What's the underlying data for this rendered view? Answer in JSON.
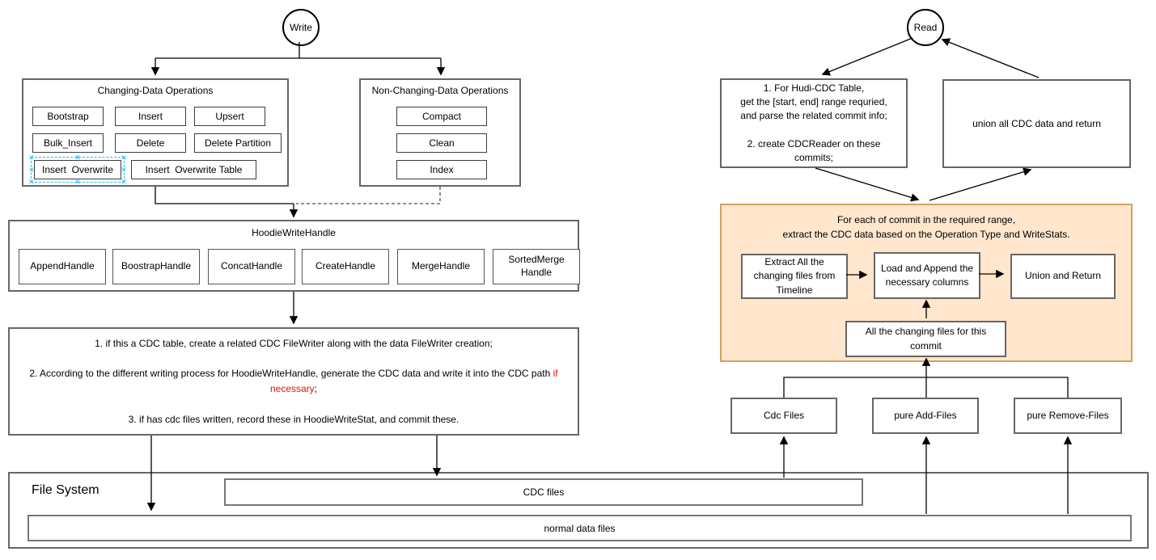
{
  "write": {
    "node_label": "Write",
    "changing": {
      "title": "Changing-Data Operations",
      "buttons": [
        {
          "label": "Bootstrap"
        },
        {
          "label": "Insert"
        },
        {
          "label": "Upsert"
        },
        {
          "label": "Bulk_Insert"
        },
        {
          "label": "Delete"
        },
        {
          "label": "Delete Partition"
        },
        {
          "label": "Insert  Overwrite"
        },
        {
          "label": "Insert  Overwrite Table"
        }
      ]
    },
    "non_changing": {
      "title": "Non-Changing-Data Operations",
      "buttons": [
        {
          "label": "Compact"
        },
        {
          "label": "Clean"
        },
        {
          "label": "Index"
        }
      ]
    },
    "handle": {
      "title": "HoodieWriteHandle",
      "handles": [
        {
          "label": "AppendHandle"
        },
        {
          "label": "BoostrapHandle"
        },
        {
          "label": "ConcatHandle"
        },
        {
          "label": "CreateHandle"
        },
        {
          "label": "MergeHandle"
        },
        {
          "label": "SortedMerge Handle"
        }
      ]
    },
    "steps": {
      "step1": "1. if this a CDC table, create a related CDC FileWriter along with the data FileWriter creation;",
      "step2_pre": "2. According to the different writing process for HoodieWriteHandle, generate the CDC data and write it into the CDC path ",
      "step2_red": "if necessary",
      "step2_post": ";",
      "step3": "3. if has cdc files written, record these in HoodieWriteStat, and commit these."
    }
  },
  "read": {
    "node_label": "Read",
    "prepare_box": "1. For Hudi-CDC Table,\nget the [start, end] range requried,\nand parse the related commit info;\n\n2. create CDCReader on these\ncommits;",
    "union_box": "union all CDC data and return",
    "per_commit": {
      "title": "For each of commit in the required range,\nextract the CDC data based on the Operation Type and WriteStats.",
      "extract": "Extract All the changing files from Timeline",
      "load": "Load and Append the necessary columns",
      "union_return": "Union and Return",
      "all_changing": "All the changing files for this commit"
    },
    "file_groups": [
      {
        "label": "Cdc Files"
      },
      {
        "label": "pure Add-Files"
      },
      {
        "label": "pure Remove-Files"
      }
    ]
  },
  "file_system": {
    "title": "File System",
    "cdc_files": "CDC files",
    "normal_files": "normal data files"
  },
  "colors": {
    "orange_fill": "#ffe6cc",
    "orange_border": "#d2a163",
    "selection_blue": "#29b6f2",
    "red_text": "#e51400"
  }
}
